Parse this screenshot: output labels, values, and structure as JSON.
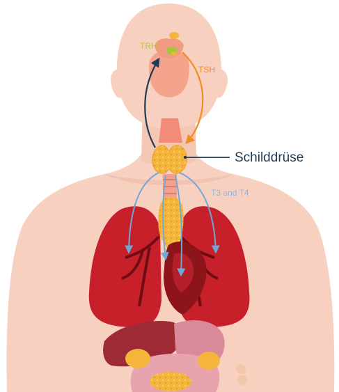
{
  "labels": {
    "trh": "TRH",
    "tsh": "TSH",
    "thyroid": "Schilddrüse",
    "t3t4": "T3 and T4"
  },
  "colors": {
    "skin": "#F7D0C0",
    "skin_shadow": "#EFB9A6",
    "lung": "#C8202B",
    "lung_dark": "#8E141C",
    "thyroid": "#F5B53A",
    "trh_text": "#B6C93A",
    "tsh_arrow": "#F28B24",
    "trh_arrow": "#1E3B55",
    "t3t4_arrow": "#6FA8D8",
    "label_line": "#1E3B55"
  }
}
